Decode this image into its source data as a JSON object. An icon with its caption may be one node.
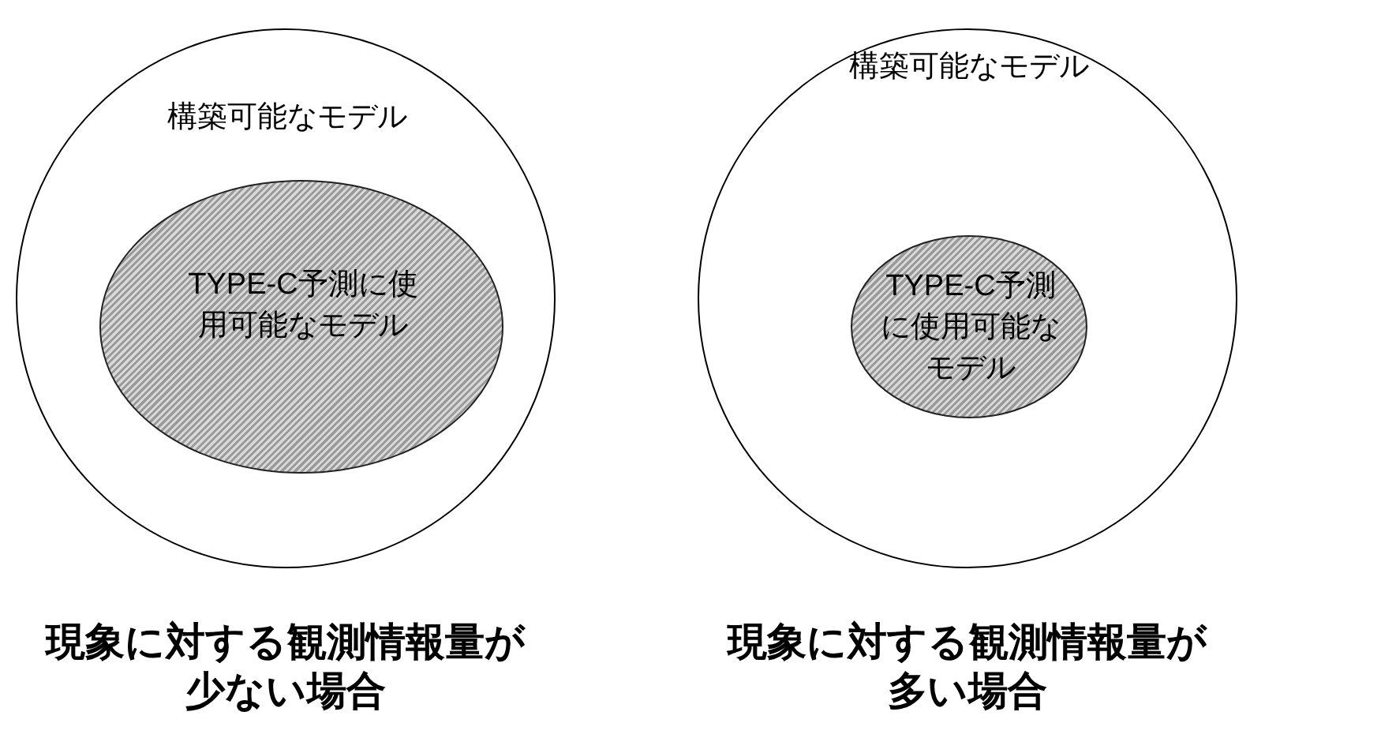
{
  "diagram": {
    "nodes": [
      {
        "text": [
          "構築可能なモデル"
        ],
        "beside": [
          "現象に対する観測情報量が少ない場合"
        ]
      },
      {
        "text": [
          "TYPE-C予測に使用可能なモデル"
        ],
        "in": 0
      },
      {
        "text": [
          "構築可能なモデル"
        ],
        "beside": [
          "現象に対する観測情報量が多い場合"
        ]
      },
      {
        "text": [
          "TYPE-C予測に使用可能なモデル"
        ],
        "in": 2
      }
    ],
    "edges": []
  }
}
